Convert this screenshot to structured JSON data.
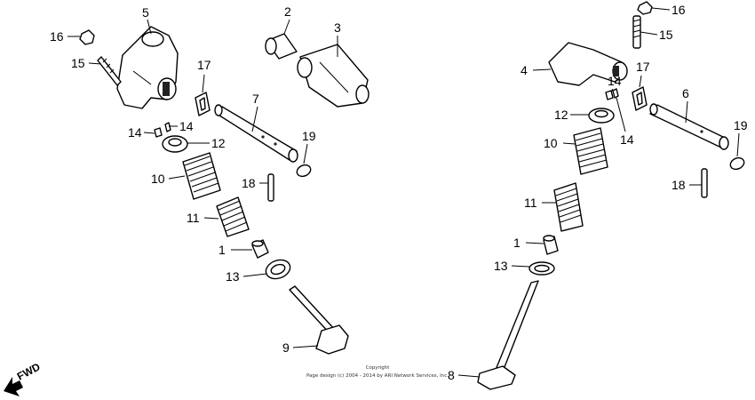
{
  "callouts": {
    "left": [
      "5",
      "2",
      "3",
      "16",
      "15",
      "17",
      "7",
      "14",
      "14",
      "12",
      "19",
      "10",
      "18",
      "11",
      "1",
      "13",
      "9"
    ],
    "right": [
      "16",
      "15",
      "4",
      "17",
      "14",
      "6",
      "12",
      "14",
      "19",
      "10",
      "18",
      "11",
      "1",
      "13",
      "8"
    ]
  },
  "copyright": {
    "line1": "Copyright",
    "line2": "Page design (c) 2004 - 2014 by ARI Network Services, Inc."
  },
  "direction": {
    "label": "FWD",
    "icon": "forward-arrow-icon"
  }
}
